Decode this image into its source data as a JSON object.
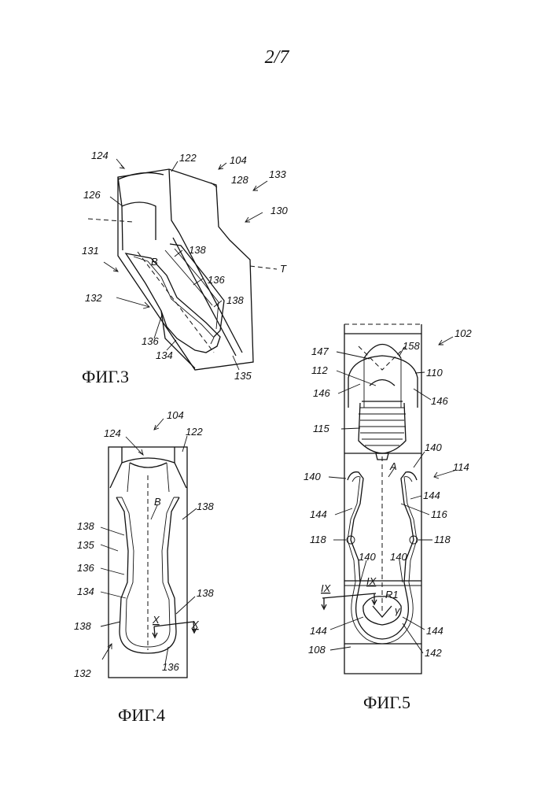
{
  "page_number": "2/7",
  "fig3": {
    "caption": "ФИГ.3",
    "labels": {
      "l124": "124",
      "l122": "122",
      "l104": "104",
      "l128": "128",
      "l133": "133",
      "l126": "126",
      "l130": "130",
      "l131": "131",
      "lB": "B",
      "l138a": "138",
      "lT": "T",
      "l132": "132",
      "l136a": "136",
      "l138b": "138",
      "l136b": "136",
      "l134": "134",
      "l135": "135"
    }
  },
  "fig4": {
    "caption": "ФИГ.4",
    "labels": {
      "l104": "104",
      "l124": "124",
      "l122": "122",
      "lB": "B",
      "l138a": "138",
      "l138b": "138",
      "l135": "135",
      "l136a": "136",
      "l134": "134",
      "l138c": "138",
      "lXa": "X",
      "lXb": "X",
      "l138d": "138",
      "l132": "132",
      "l136b": "136"
    }
  },
  "fig5": {
    "caption": "ФИГ.5",
    "labels": {
      "l102": "102",
      "l147": "147",
      "l158": "158",
      "l112": "112",
      "l110": "110",
      "l146a": "146",
      "l146b": "146",
      "l115": "115",
      "l140a": "140",
      "l114": "114",
      "lA": "A",
      "l140b": "140",
      "l144a": "144",
      "l144b": "144",
      "l116": "116",
      "l118a": "118",
      "l118b": "118",
      "l140c": "140",
      "l140d": "140",
      "lIXa": "IX",
      "lIXb": "IX",
      "lR1": "R1",
      "lgamma": "γ",
      "l144c": "144",
      "l144d": "144",
      "l108": "108",
      "l142": "142"
    }
  }
}
